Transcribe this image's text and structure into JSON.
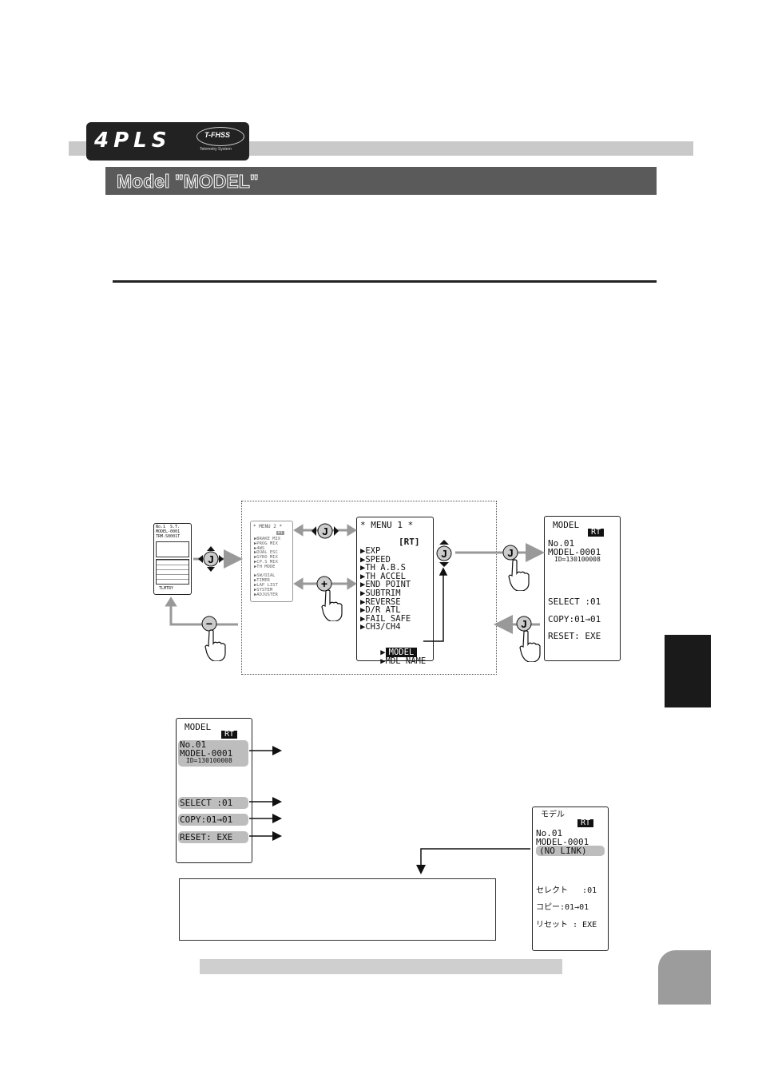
{
  "header": {
    "logo_main": "4PLS",
    "logo_sub": "T-FHSS",
    "logo_tag": "Telemetry System"
  },
  "section_title": "Model \"MODEL\"",
  "telemetry_screen": {
    "lines": [
      "No.1  S.T.",
      "MODEL-0001",
      "TRM-S0001T",
      "",
      "",
      "",
      "",
      ""
    ],
    "footer": "TLMTRY"
  },
  "menu2_screen": {
    "title": "* MENU 2 *",
    "badge": "RT",
    "items": [
      "BRAKE MIX",
      "PROG MIX",
      "4WS",
      "DUAL ESC",
      "GYRO MIX",
      "CP.S MIX",
      "TH MODE",
      "",
      "SW/DIAL",
      "TIMER",
      "LAP LIST",
      "SYSTEM",
      "ADJUSTER"
    ]
  },
  "menu1_screen": {
    "title": "* MENU 1 *",
    "badge": "[RT]",
    "items": [
      "EXP",
      "SPEED",
      "TH A.B.S",
      "TH ACCEL",
      "END POINT",
      "SUBTRIM",
      "REVERSE",
      "D/R ATL",
      "FAIL SAFE",
      "CH3/CH4"
    ],
    "selected_item": "MODEL",
    "last_item": "MDL NAME"
  },
  "model_screen_top": {
    "title": "MODEL",
    "badge": "RT",
    "model_no": "No.01",
    "model_name": "MODEL-0001",
    "model_id": "ID=130100008",
    "select": "SELECT :01",
    "copy": "COPY:01→01",
    "reset": "RESET: EXE"
  },
  "model_screen_detail": {
    "title": "MODEL",
    "badge": "RT",
    "model_no": "No.01",
    "model_name": "MODEL-0001",
    "model_id": "ID=130100008",
    "select": "SELECT :01",
    "copy": "COPY:01→01",
    "reset": "RESET: EXE"
  },
  "model_screen_jp": {
    "title": "モデル",
    "badge": "RT",
    "model_no": "No.01",
    "model_name": "MODEL-0001",
    "link_status": "(NO LINK)",
    "select": "セレクト   :01",
    "copy": "コピー:01→01",
    "reset": "リセット : EXE"
  },
  "buttons": {
    "joystick": "J",
    "plus": "+",
    "minus": "−"
  }
}
